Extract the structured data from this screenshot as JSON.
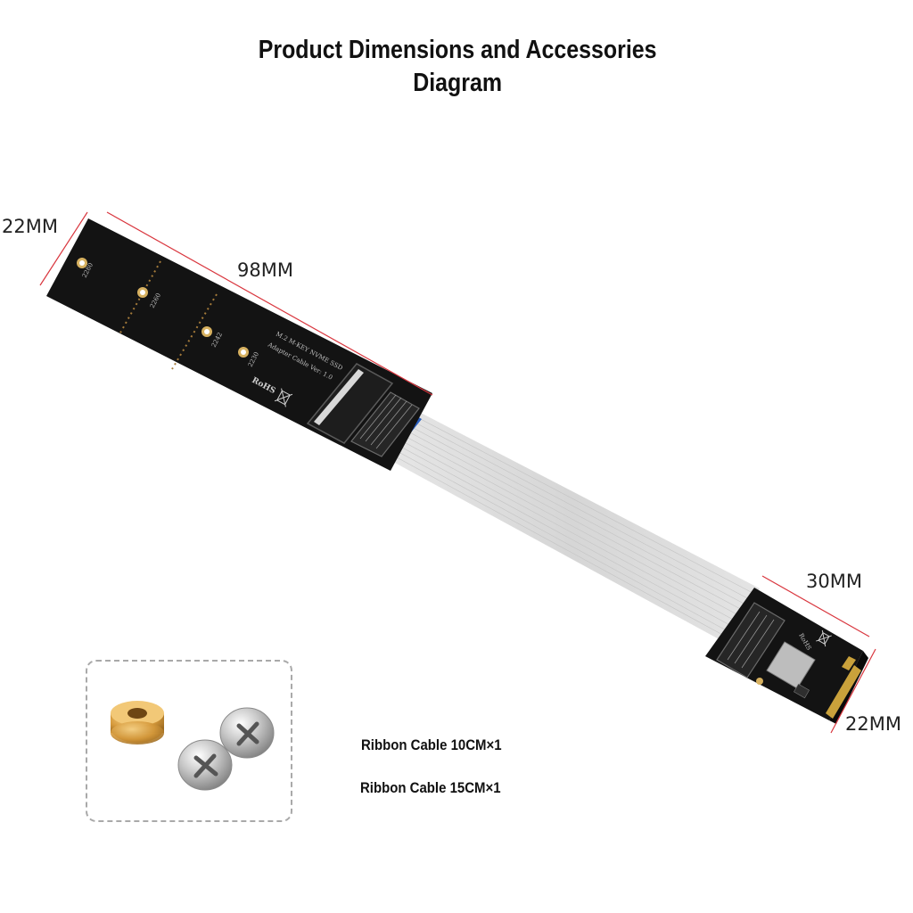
{
  "title": {
    "line1": "Product Dimensions and Accessories",
    "line2": "Diagram"
  },
  "dimensions": {
    "large_board_width": "22MM",
    "large_board_length": "98MM",
    "small_board_length": "30MM",
    "small_board_width": "22MM"
  },
  "pcb_silkscreen": {
    "pos_1": "2280",
    "pos_2": "2260",
    "pos_3": "2242",
    "pos_4": "2230",
    "line_a": "M.2 M-KEY NVME SSD",
    "line_b": "Adapter Cable Ver: 1.0",
    "rohs": "RoHS",
    "small_rohs": "RoHS"
  },
  "accessories": {
    "item_1": "Ribbon Cable 10CM×1",
    "item_2": "Ribbon Cable 15CM×1"
  },
  "colors": {
    "pcb": "#131313",
    "ribbon": "#dcdcdc",
    "dimension_line": "#d9363e",
    "blue_tape": "#2a5fc0",
    "brass": "#d9a54c"
  }
}
